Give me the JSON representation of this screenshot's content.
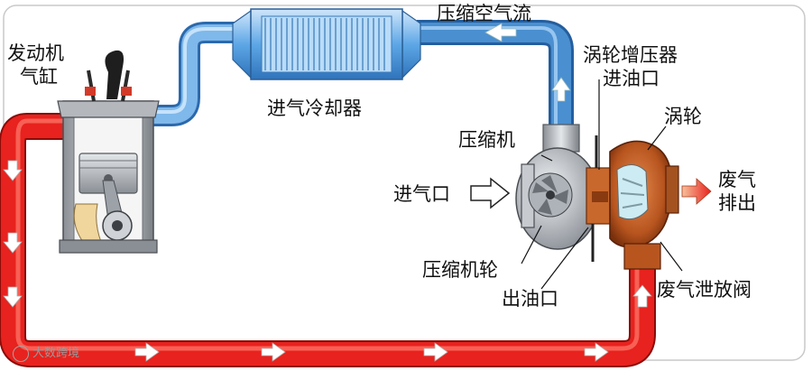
{
  "labels": {
    "engine_cylinder_line1": "发动机",
    "engine_cylinder_line2": "气缸",
    "intercooler": "进气冷却器",
    "compressed_air_flow": "压缩空气流",
    "turbocharger_oil_inlet_line1": "涡轮增压器",
    "turbocharger_oil_inlet_line2": "进油口",
    "turbine": "涡轮",
    "compressor": "压缩机",
    "air_inlet": "进气口",
    "exhaust_line1": "废气",
    "exhaust_line2": "排出",
    "compressor_wheel": "压缩机轮",
    "oil_outlet": "出油口",
    "wastegate": "废气泄放阀"
  },
  "watermark": "大数跨境",
  "colors": {
    "cold_pipe": "#4a8fd0",
    "hot_pipe": "#e8221e",
    "turbine_housing": "#b8551f",
    "intercooler_body": "#5ea7e6",
    "arrow_fill": "#ffffff"
  },
  "icons": {
    "engine": "piston-cylinder-icon",
    "intercooler": "radiator-icon",
    "turbo": "turbocharger-icon"
  }
}
